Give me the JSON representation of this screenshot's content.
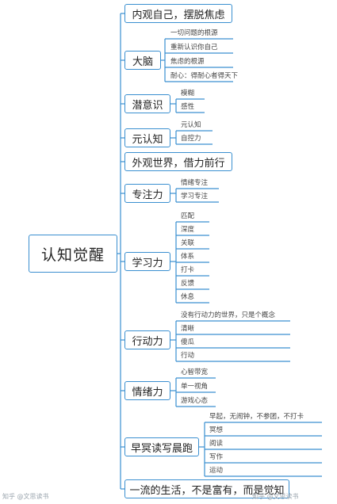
{
  "root": "认知觉醒",
  "branches": [
    {
      "label": "内观自己，摆脱焦虑",
      "children": []
    },
    {
      "label": "大脑",
      "children": [
        "一切问题的根源",
        "重新认识你自己",
        "焦虑的根源",
        "耐心：得耐心者得天下"
      ]
    },
    {
      "label": "潜意识",
      "children": [
        "模糊",
        "感性"
      ]
    },
    {
      "label": "元认知",
      "children": [
        "元认知",
        "自控力"
      ]
    },
    {
      "label": "外观世界，借力前行",
      "children": []
    },
    {
      "label": "专注力",
      "children": [
        "情绪专注",
        "学习专注"
      ]
    },
    {
      "label": "学习力",
      "children": [
        "匹配",
        "深度",
        "关联",
        "体系",
        "打卡",
        "反馈",
        "休息"
      ]
    },
    {
      "label": "行动力",
      "children": [
        "没有行动力的世界，只是个概念",
        "清晰",
        "傻瓜",
        "行动"
      ]
    },
    {
      "label": "情绪力",
      "children": [
        "心智带宽",
        "单一视角",
        "游戏心态"
      ]
    },
    {
      "label": "早冥读写晨跑",
      "children": [
        "早起，无闹钟，不参团，不打卡",
        "冥想",
        "阅读",
        "写作",
        "运动"
      ]
    },
    {
      "label": "一流的生活，不是富有，而是觉知",
      "children": []
    }
  ],
  "watermark_left": "知乎 @文思读书",
  "watermark_right": "知乎 @文思读书",
  "colors": {
    "line": "#3a8fd0"
  }
}
